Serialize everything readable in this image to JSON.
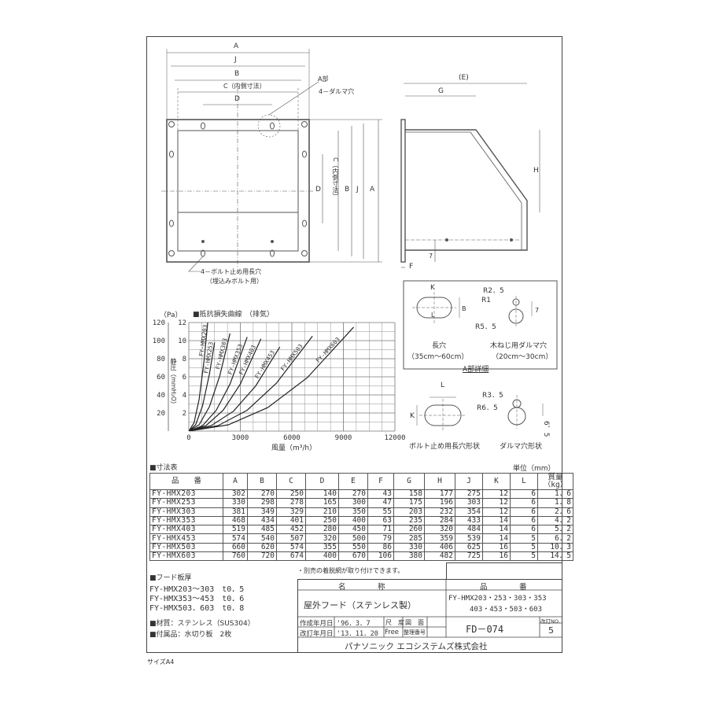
{
  "drawing": {
    "front_view": {
      "dim_labels": [
        "A",
        "J",
        "B",
        "C（内側寸法）",
        "D"
      ],
      "part_a": "A部",
      "daruma_holes": "4－ダルマ穴",
      "bolt_note_1": "4－ボルト止め用長穴",
      "bolt_note_2": "（埋込みボルト用）"
    },
    "side_view": {
      "dim_e": "(E)",
      "dim_g": "G",
      "dim_h": "H",
      "dim_f": "F",
      "dim_7": "7"
    },
    "vertical_dims": [
      "D",
      "C（内側寸法）",
      "B",
      "J",
      "A"
    ],
    "detail": {
      "slot_k": "K",
      "slot_l": "L",
      "slot_b": "B",
      "slot_label": "長穴",
      "slot_range": "（35cm～60cm）",
      "r25": "R2．5",
      "r1": "R1",
      "r55": "R5．5",
      "seven": "7",
      "daruma_label": "木ねじ用ダルマ穴",
      "daruma_range": "（20cm～30cm）",
      "caption": "A部詳細",
      "bolt_l": "L",
      "bolt_k": "K",
      "bolt_label": "ボルト止め用長穴形状",
      "r35": "R3．5",
      "r65": "R6．5",
      "d65": "6．5",
      "daruma2_label": "ダルマ穴形状"
    }
  },
  "chart_data": {
    "type": "line",
    "title": "■抵抗損失曲線　（排気）",
    "xlabel": "風量（m³/h）",
    "ylabel": "静圧（mmH₂O）",
    "ylabel_pa": "（Pa）",
    "xlim": [
      0,
      12000
    ],
    "ylim": [
      0,
      12
    ],
    "x_ticks": [
      "0",
      "3000",
      "6000",
      "9000",
      "12000"
    ],
    "y_ticks_mm": [
      "2",
      "4",
      "6",
      "8",
      "10",
      "12"
    ],
    "y_ticks_pa": [
      "20",
      "40",
      "60",
      "80",
      "100",
      "120"
    ],
    "grid": true,
    "series": [
      {
        "name": "FY-HMX203",
        "x": [
          0,
          300,
          600,
          900,
          1200
        ],
        "y": [
          0,
          0.9,
          3.5,
          7.9,
          14
        ]
      },
      {
        "name": "FY-HMX253",
        "x": [
          0,
          400,
          800,
          1200,
          1500
        ],
        "y": [
          0,
          0.7,
          2.8,
          6.3,
          9.8
        ]
      },
      {
        "name": "FY-HMX303",
        "x": [
          0,
          600,
          1200,
          1800,
          2400
        ],
        "y": [
          0,
          0.7,
          2.7,
          6.1,
          10.8
        ]
      },
      {
        "name": "FY-HMX353",
        "x": [
          0,
          800,
          1600,
          2400,
          3400
        ],
        "y": [
          0,
          0.6,
          2.3,
          5.2,
          10.4
        ]
      },
      {
        "name": "FY-HMX403",
        "x": [
          0,
          1000,
          2000,
          3000,
          4200
        ],
        "y": [
          0,
          0.6,
          2.3,
          5.2,
          10.2
        ]
      },
      {
        "name": "FY-HMX453",
        "x": [
          0,
          1300,
          2600,
          3900,
          5300
        ],
        "y": [
          0,
          0.6,
          2.2,
          5.0,
          9.3
        ]
      },
      {
        "name": "FY-HMX503",
        "x": [
          0,
          1700,
          3400,
          5100,
          7200
        ],
        "y": [
          0,
          0.6,
          2.3,
          5.3,
          10.5
        ]
      },
      {
        "name": "FY-HMX603",
        "x": [
          0,
          2300,
          4600,
          6900,
          9600
        ],
        "y": [
          0,
          0.7,
          2.6,
          5.9,
          11.5
        ]
      }
    ]
  },
  "table": {
    "title": "■寸法表",
    "unit": "単位（mm）",
    "headers": [
      "品　　番",
      "A",
      "B",
      "C",
      "D",
      "E",
      "F",
      "G",
      "H",
      "J",
      "K",
      "L",
      "質量（kg）"
    ],
    "rows": [
      [
        "FY-HMX203",
        "302",
        "270",
        "250",
        "140",
        "270",
        "43",
        "158",
        "177",
        "275",
        "12",
        "6",
        "1．6"
      ],
      [
        "FY-HMX253",
        "330",
        "298",
        "278",
        "165",
        "300",
        "47",
        "175",
        "196",
        "303",
        "12",
        "6",
        "1．8"
      ],
      [
        "FY-HMX303",
        "381",
        "349",
        "329",
        "210",
        "350",
        "55",
        "203",
        "232",
        "354",
        "12",
        "6",
        "2．6"
      ],
      [
        "FY-HMX353",
        "468",
        "434",
        "401",
        "250",
        "400",
        "63",
        "235",
        "284",
        "433",
        "14",
        "6",
        "4．2"
      ],
      [
        "FY-HMX403",
        "519",
        "485",
        "452",
        "280",
        "450",
        "71",
        "260",
        "320",
        "484",
        "14",
        "6",
        "5．2"
      ],
      [
        "FY-HMX453",
        "574",
        "540",
        "507",
        "320",
        "500",
        "79",
        "285",
        "359",
        "539",
        "14",
        "5",
        "6．2"
      ],
      [
        "FY-HMX503",
        "660",
        "620",
        "574",
        "355",
        "550",
        "86",
        "330",
        "406",
        "625",
        "16",
        "5",
        "10．3"
      ],
      [
        "FY-HMX603",
        "760",
        "720",
        "674",
        "400",
        "670",
        "106",
        "380",
        "482",
        "725",
        "16",
        "5",
        "14．5"
      ]
    ]
  },
  "notes": {
    "thickness_title": "■フード板厚",
    "thickness_lines": [
      "FY-HMX203～303　t0．5",
      "FY-HMX353～453　t0．6",
      "FY-HMX503．603　t0．8"
    ],
    "material": "■材質：ステンレス（SUS304）",
    "accessory": "■付属品：水切り板　2枚",
    "separate": "・別売の着脱網が取り付けできます。",
    "size": "サイズA4"
  },
  "title_block": {
    "name_header": "名　　　称",
    "number_header": "品　　　番",
    "name": "屋外フード（ステンレス製）",
    "numbers_1": "FY-HMX203・253・303・353",
    "numbers_2": "403・453・503・603",
    "created_label": "作成年月日",
    "created_date": "'96．3．7",
    "revised_label": "改訂年月日",
    "revised_date": "'13．11．20",
    "scale_label": "尺　度",
    "scale_value": "Free",
    "drawing_label": "図　面",
    "ref_label": "整理番号",
    "drawing_number": "FD－074",
    "rev_label": "改訂NO.",
    "rev_number": "5",
    "company": "パナソニック エコシステムズ株式会社"
  }
}
